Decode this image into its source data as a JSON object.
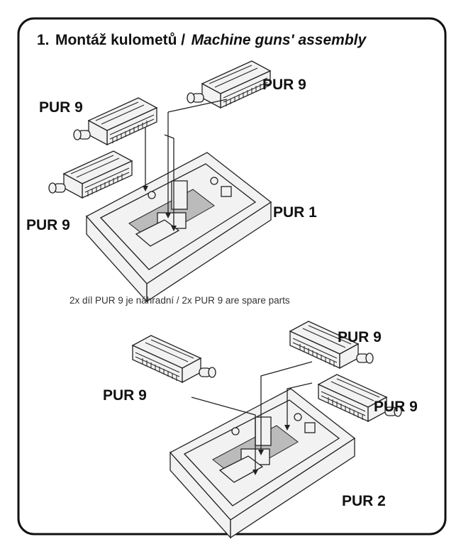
{
  "title": {
    "number": "1.",
    "czech": "Montáž kulometů /",
    "english": "Machine guns' assembly"
  },
  "note": "2x díl PUR 9 je náhradní / 2x PUR 9 are spare parts",
  "labels": {
    "part_gun": "PUR 9",
    "tray_1": "PUR 1",
    "tray_2": "PUR 2"
  }
}
